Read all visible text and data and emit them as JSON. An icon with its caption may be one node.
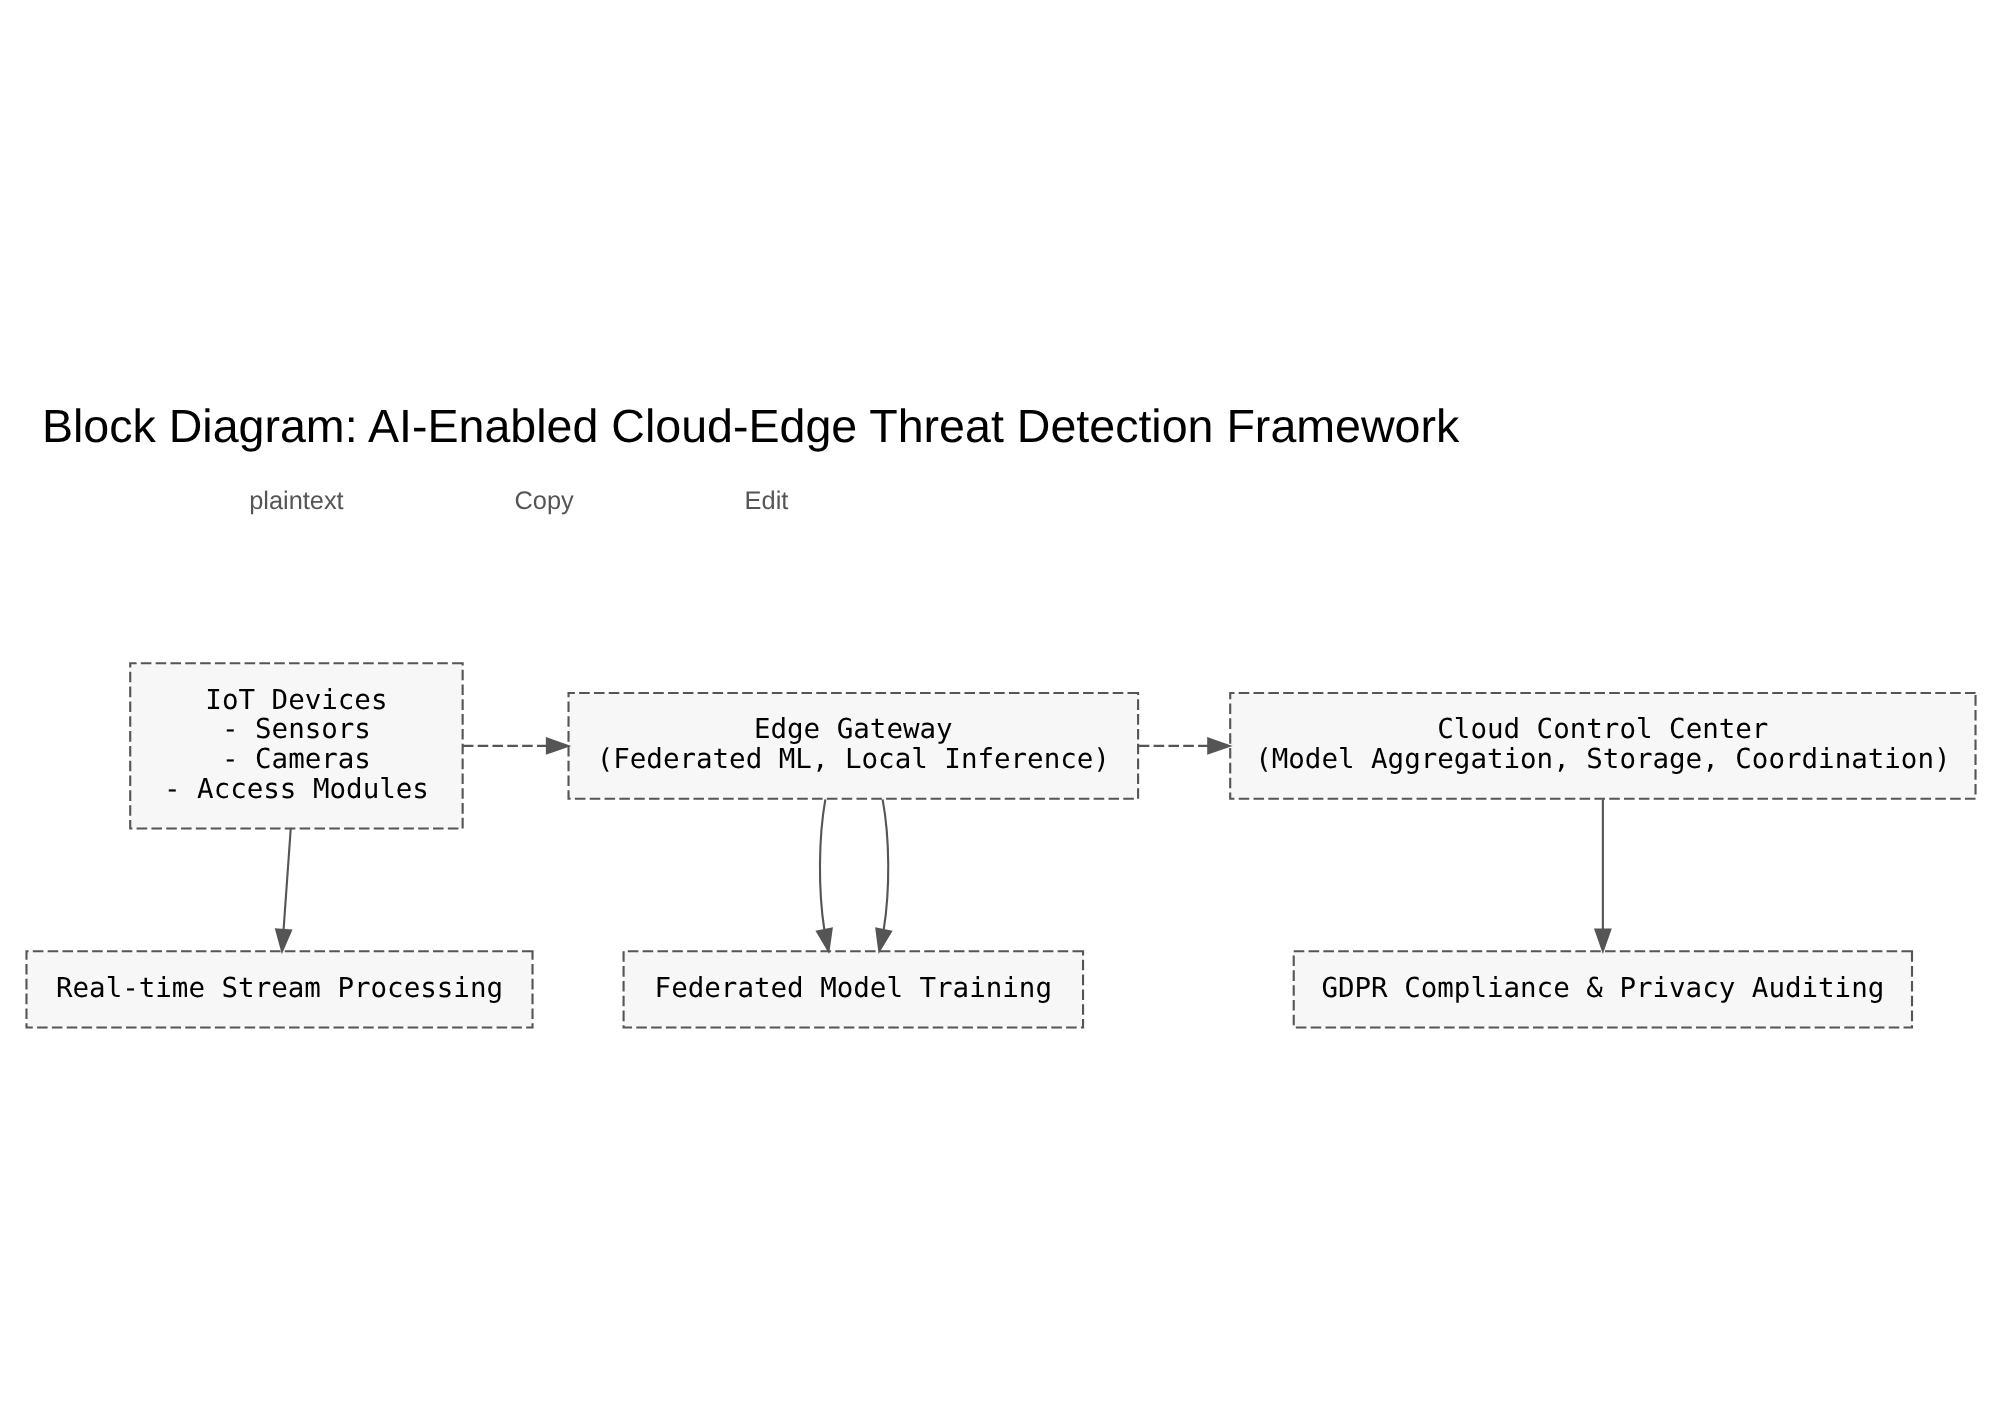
{
  "diagram": {
    "title": "Block Diagram: AI-Enabled Cloud-Edge Threat Detection Framework",
    "nodes": [
      {
        "text": [
          "IoT Devices",
          "- Sensors",
          "- Cameras",
          "- Access Modules"
        ]
      },
      {
        "text": [
          "Edge Gateway",
          "(Federated ML, Local Inference)"
        ]
      },
      {
        "text": [
          "Cloud Control Center",
          "(Model Aggregation, Storage, Coordination)"
        ]
      },
      {
        "text": [
          "Real-time Stream Processing"
        ]
      },
      {
        "text": [
          "Federated Model Training"
        ]
      },
      {
        "text": [
          "GDPR Compliance & Privacy Auditing"
        ]
      }
    ],
    "edges": [
      {
        "from": 0,
        "to": 1,
        "arrow": "to",
        "style": "dashed"
      },
      {
        "from": 1,
        "to": 2,
        "arrow": "to",
        "style": "dashed"
      },
      {
        "from": 0,
        "to": 3,
        "arrow": "to"
      },
      {
        "from": 1,
        "to": 4,
        "arrow": "to"
      },
      {
        "from": 1,
        "to": 4,
        "arrow": "to"
      },
      {
        "from": 2,
        "to": 5,
        "arrow": "to"
      }
    ],
    "labels": [
      "plaintext",
      "Copy",
      "Edit"
    ]
  }
}
